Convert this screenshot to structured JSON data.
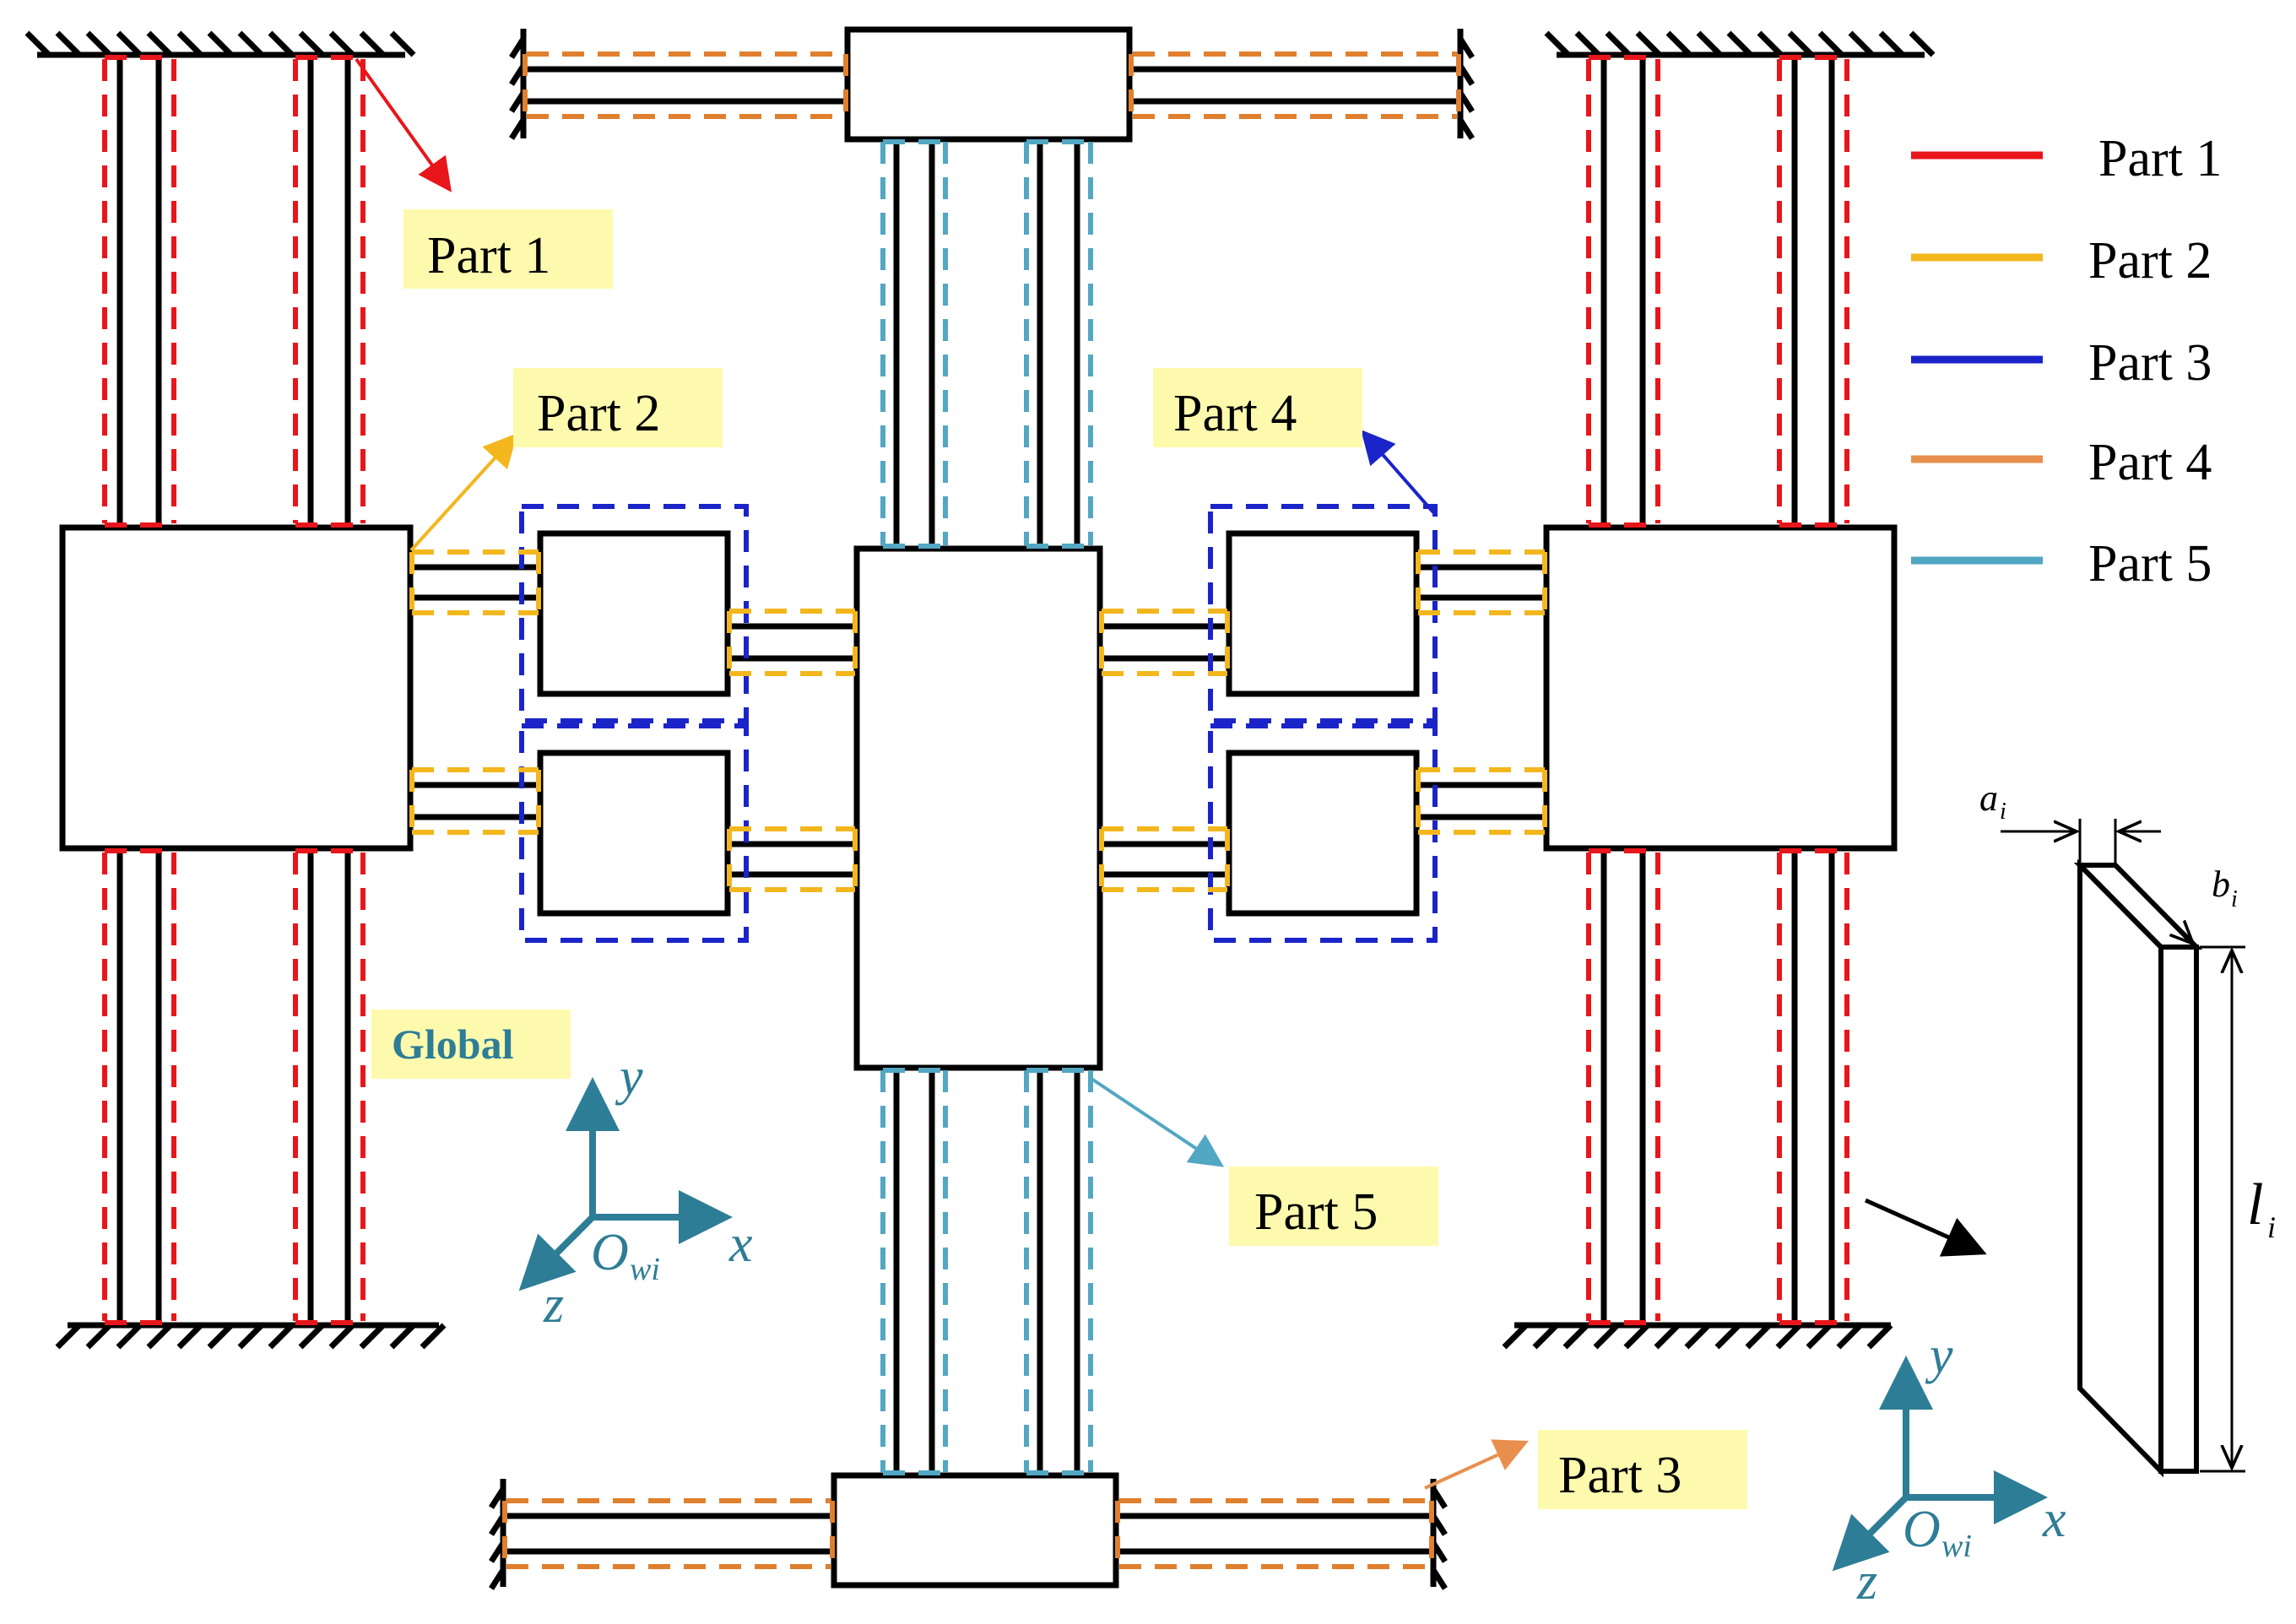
{
  "colors": {
    "part1": "#e8161b",
    "part2": "#f3b71d",
    "part3": "#1a24c9",
    "part4": "#e07f2e",
    "part5": "#52a7c3",
    "frame": "#000000",
    "axes": "#2e7d96",
    "callout_bg": "#fdfaae"
  },
  "legend": [
    {
      "label": "Part 1",
      "color": "#e8161b"
    },
    {
      "label": "Part 2",
      "color": "#f3b71d"
    },
    {
      "label": "Part 3",
      "color": "#1a24c9"
    },
    {
      "label": "Part 4",
      "color": "#e88f4e"
    },
    {
      "label": "Part 5",
      "color": "#52a7c3"
    }
  ],
  "callouts": {
    "part1": "Part 1",
    "part2": "Part 2",
    "part3": "Part 3",
    "part4": "Part 4",
    "part5": "Part 5",
    "global": "Global"
  },
  "axes": {
    "x": "x",
    "y": "y",
    "z": "z",
    "origin": "O",
    "origin_sub": "wi"
  },
  "beam_dims": {
    "a": "a",
    "b": "b",
    "l": "l",
    "sub": "i"
  }
}
